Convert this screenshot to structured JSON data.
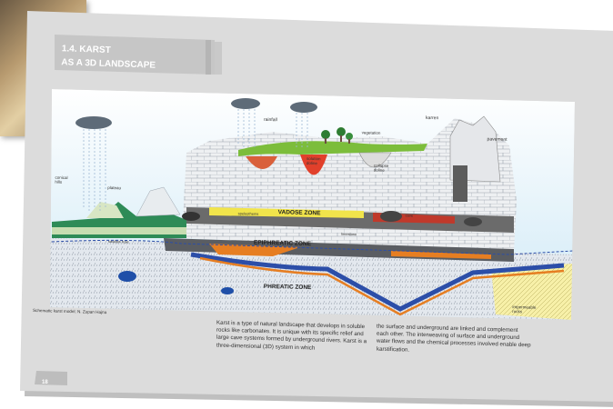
{
  "page": {
    "heading_line1": "1.4. KARST",
    "heading_line2": "AS A 3D LANDSCAPE",
    "page_number": "18",
    "caption": "Schematic karst model; N. Zupan Hajna"
  },
  "diagram": {
    "labels": {
      "rainfall": "rainfall",
      "vegetation": "vegetation",
      "karren": "karren",
      "pavement": "pavement",
      "conical_hills": "conical\nhills",
      "plateau": "plateau",
      "solution_doline": "solution\ndoline",
      "collapse_doline": "collapse\ndoline",
      "speleothems": "speleothems",
      "cave": "cave",
      "limestone": "limestone",
      "impermeable_rocks": "impermeable\nrocks",
      "swallow_hole": "swallow hole"
    },
    "zones": {
      "vadose": "VADOSE ZONE",
      "epiphreatic": "EPIPHREATIC ZONE",
      "phreatic": "PHREATIC ZONE"
    }
  },
  "text": {
    "col1": "Karst is a type of natural landscape that develops in soluble rocks like carbonates. It is unique with its specific relief and large cave systems formed by underground rivers. Karst is a three-dimensional (3D) system in which",
    "col2": "the surface and underground are linked and complement each other. The interweaving of surface and underground water flows and the chemical processes involved enable deep karstification."
  }
}
